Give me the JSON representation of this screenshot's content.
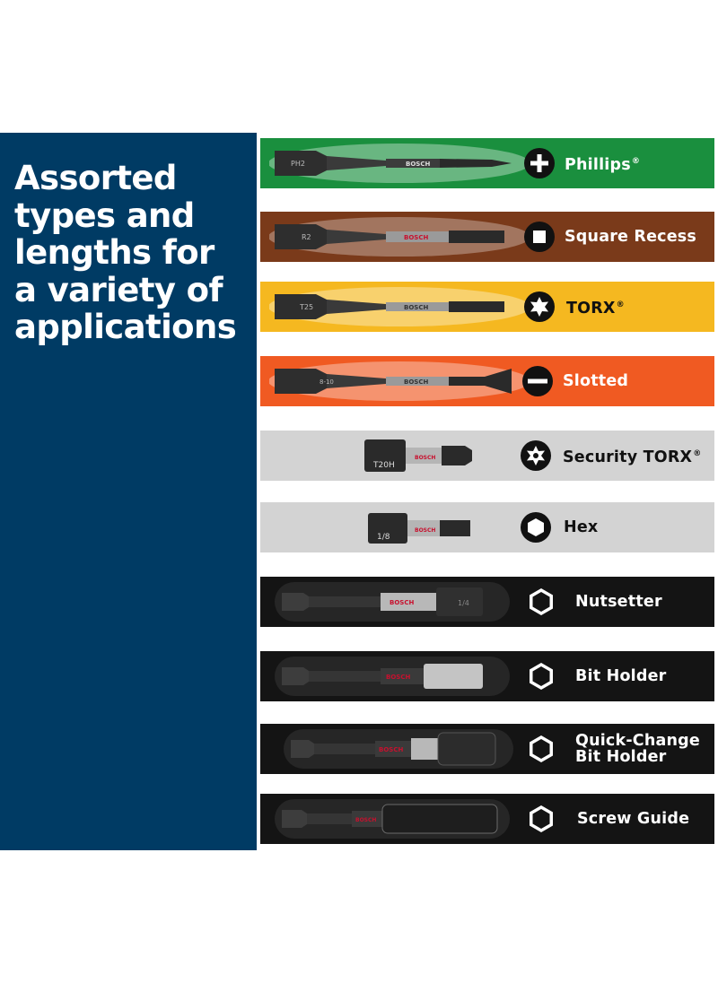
{
  "headline": {
    "lines": [
      "Assorted",
      "types and",
      "lengths for",
      "a variety of",
      "applications"
    ]
  },
  "colors": {
    "navy": "#003b64",
    "phillips": "#1a8f3e",
    "square_recess": "#7a3a1a",
    "torx": "#f5b820",
    "slotted": "#f05a22",
    "gray": "#d3d3d3",
    "black": "#141414"
  },
  "rows": [
    {
      "label": "Phillips",
      "reg": "®",
      "bit_marking": "PH2",
      "brand": "BOSCH",
      "symbol": "phillips-icon",
      "line2": ""
    },
    {
      "label": "Square Recess",
      "reg": "",
      "bit_marking": "R2",
      "brand": "BOSCH",
      "symbol": "square-recess-icon",
      "line2": ""
    },
    {
      "label": "TORX",
      "reg": "®",
      "bit_marking": "T25",
      "brand": "BOSCH",
      "symbol": "torx-icon",
      "line2": ""
    },
    {
      "label": "Slotted",
      "reg": "",
      "bit_marking": "8-10",
      "brand": "BOSCH",
      "symbol": "slotted-icon",
      "line2": ""
    },
    {
      "label": "Security TORX",
      "reg": "®",
      "bit_marking": "T20H",
      "brand": "BOSCH",
      "symbol": "security-torx-icon",
      "line2": ""
    },
    {
      "label": "Hex",
      "reg": "",
      "bit_marking": "1/8",
      "brand": "BOSCH",
      "symbol": "hex-icon",
      "line2": ""
    },
    {
      "label": "Nutsetter",
      "reg": "",
      "bit_marking": "1/4",
      "brand": "BOSCH",
      "symbol": "nutsetter-hex-icon",
      "line2": ""
    },
    {
      "label": "Bit Holder",
      "reg": "",
      "bit_marking": "",
      "brand": "BOSCH",
      "symbol": "bit-holder-hex-icon",
      "line2": ""
    },
    {
      "label": "Quick-Change",
      "reg": "",
      "bit_marking": "",
      "brand": "BOSCH",
      "symbol": "quick-change-hex-icon",
      "line2": "Bit Holder"
    },
    {
      "label": "Screw Guide",
      "reg": "",
      "bit_marking": "",
      "brand": "BOSCH",
      "symbol": "screw-guide-hex-icon",
      "line2": ""
    }
  ]
}
